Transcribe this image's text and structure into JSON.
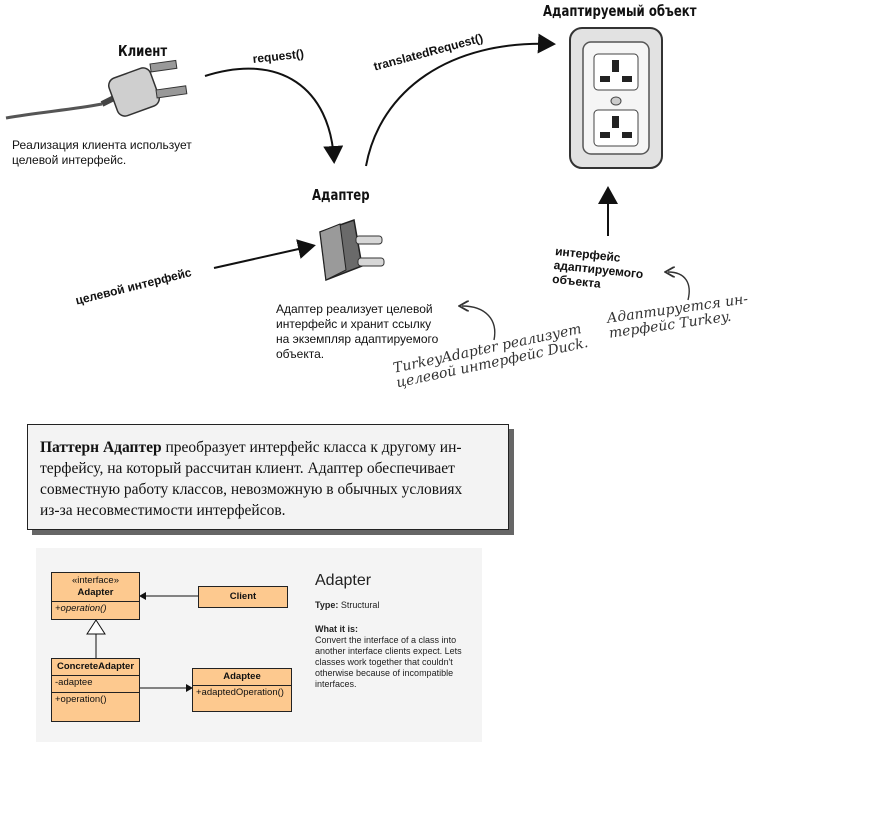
{
  "top": {
    "client_label": "Клиент",
    "client_caption_1": "Реализация клиента использует",
    "client_caption_2": "целевой интерфейс.",
    "request_label": "request()",
    "translated_request_label": "translatedRequest()",
    "adaptee_object_label": "Адаптируемый объект",
    "adapter_label": "Адаптер",
    "target_interface_label": "целевой интерфейс",
    "adapter_caption_1": "Адаптер реализует целевой",
    "adapter_caption_2": "интерфейс и хранит ссылку",
    "adapter_caption_3": "на экземпляр адаптируемого",
    "adapter_caption_4": "объекта.",
    "adaptee_interface_1": "интерфейс",
    "adaptee_interface_2": "адаптируемого",
    "adaptee_interface_3": "объекта",
    "hand_note_1_line1": "TurkeyAdapter реализует",
    "hand_note_1_line2": "целевой интерфейс Duck.",
    "hand_note_2_line1": "Адаптируется ин-",
    "hand_note_2_line2": "терфейс Turkey."
  },
  "pattern": {
    "bold": "Паттерн Адаптер",
    "line1_rest": " преобразует интерфейс класса к другому ин-",
    "line2": "терфейсу, на который рассчитан клиент. Адаптер обеспечивает",
    "line3": "совместную работу классов, невозможную в обычных условиях",
    "line4": "из-за несовместимости интерфейсов."
  },
  "uml": {
    "adapter_stereotype": "«interface»",
    "adapter_name": "Adapter",
    "adapter_op": "+operation()",
    "client_name": "Client",
    "concrete_name": "ConcreteAdapter",
    "concrete_attr": "-adaptee",
    "concrete_op": "+operation()",
    "adaptee_name": "Adaptee",
    "adaptee_op": "+adaptedOperation()",
    "info_title": "Adapter",
    "type_label": "Type:",
    "type_value": "Structural",
    "what_label": "What it is:",
    "what_1": "Convert the interface of a class into",
    "what_2": "another interface clients expect. Lets",
    "what_3": "classes work together that couldn't",
    "what_4": "otherwise because of incompatible",
    "what_5": "interfaces."
  },
  "colors": {
    "uml_fill": "#fdc98f",
    "panel_bg": "#f4f4f4",
    "box_bg": "#f3f3f3"
  },
  "icons": [
    "plug-icon",
    "adapter-plug-icon",
    "wall-socket-icon"
  ]
}
